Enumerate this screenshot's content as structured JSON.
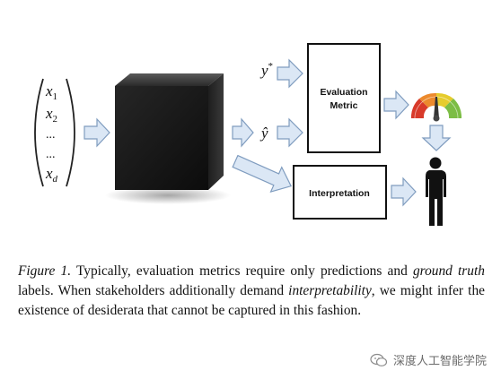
{
  "diagram": {
    "inputs": [
      "x",
      "x",
      "...",
      "...",
      "x"
    ],
    "input_subscripts": [
      "1",
      "2",
      "",
      "",
      "d"
    ],
    "y_star": "y",
    "y_star_sup": "*",
    "y_hat": "ŷ",
    "evaluation_box": [
      "Evaluation",
      "Metric"
    ],
    "interpretation_box": "Interpretation"
  },
  "caption": {
    "figure_label": "Figure 1.",
    "text_1": " Typically, evaluation metrics require only predictions and ",
    "emph_1": "ground truth",
    "text_2": " labels. When stakeholders additionally demand ",
    "emph_2": "interpretability",
    "text_3": ", we might infer the existence of desiderata that cannot be captured in this fashion."
  },
  "watermark": {
    "text": "深度人工智能学院"
  },
  "colors": {
    "arrow_fill": "#dbe7f5",
    "arrow_stroke": "#7f9cbf",
    "cube_front": "#151515",
    "gauge_red": "#d83a2a",
    "gauge_orange": "#ec8a2d",
    "gauge_yellow": "#e6cc2d",
    "gauge_green": "#7cbd45"
  }
}
